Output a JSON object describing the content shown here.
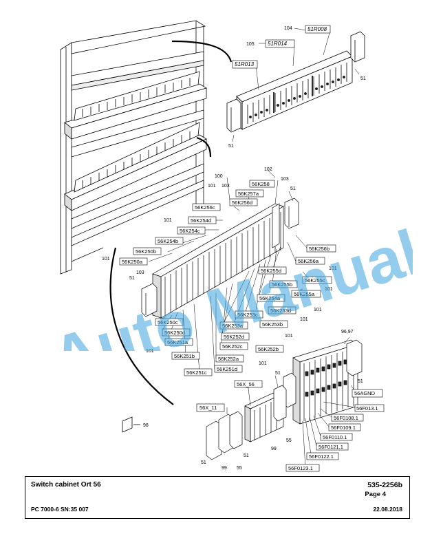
{
  "footer": {
    "title": "Switch cabinet Ort 56",
    "doc_number": "535-2256b",
    "page": "Page 4",
    "machine": "PC 7000-6 SN:35 007",
    "date": "22.08.2018"
  },
  "watermark": "Auto Manual",
  "colors": {
    "watermark": "#3aa3dc",
    "line": "#000000",
    "background": "#ffffff"
  },
  "labels": {
    "n104": "104",
    "r008": "51R008",
    "n105": "105",
    "r014": "51R014",
    "r013": "51R013",
    "n51_a": "51",
    "n51_b": "51",
    "n102": "102",
    "n100": "100",
    "n103_a": "103",
    "n103_b": "103",
    "n101_a": "101",
    "k258": "56K258",
    "k257a": "56K257a",
    "k256d": "56K256d",
    "k256c": "56K256c",
    "n51_c": "51",
    "n101_b": "101",
    "k254d": "56K254d",
    "k254c": "56K254c",
    "k254b": "56K254b",
    "k250b": "56K250b",
    "n101_c": "101",
    "k250a": "56K250a",
    "n103_c": "103",
    "n51_d": "51",
    "k256b": "56K256b",
    "k256a": "56K256a",
    "n101_d": "101",
    "k255d": "56K255d",
    "k255c": "56K255c",
    "k255b": "56K255b",
    "n101_e": "101",
    "k255a": "56K255a",
    "k254a": "56K254a",
    "n101_f": "101",
    "k253d": "56K253d",
    "k253c": "56K253c",
    "n101_g": "101",
    "k253b": "56K253b",
    "k253a": "56K253a",
    "k250c": "56K250c",
    "k250d": "56K250d",
    "k251a": "56K251a",
    "n101_h": "101",
    "k251b": "56K251b",
    "k251c": "56K251c",
    "k251d": "56K251d",
    "n101_i": "101",
    "k252a": "56K252a",
    "k252b": "56K252b",
    "k252c": "56K252c",
    "k252d": "56K252d",
    "n101_j": "101",
    "x56": "56X_56",
    "n96_97": "96,97",
    "n51_e": "51",
    "n51_f": "51",
    "agnd": "56AGND",
    "f013": "56F013.1",
    "f0108": "56F0108.1",
    "f0109": "56F0109.1",
    "f0110": "56F0110.1",
    "f0121": "56F0121.1",
    "f0122": "56F0122.1",
    "f0123": "56F0123.1",
    "x11": "56X_11",
    "n98": "98",
    "n51_g": "51",
    "n99_a": "99",
    "n55_a": "55",
    "n51_h": "51",
    "n99_b": "99",
    "n55_b": "55"
  }
}
